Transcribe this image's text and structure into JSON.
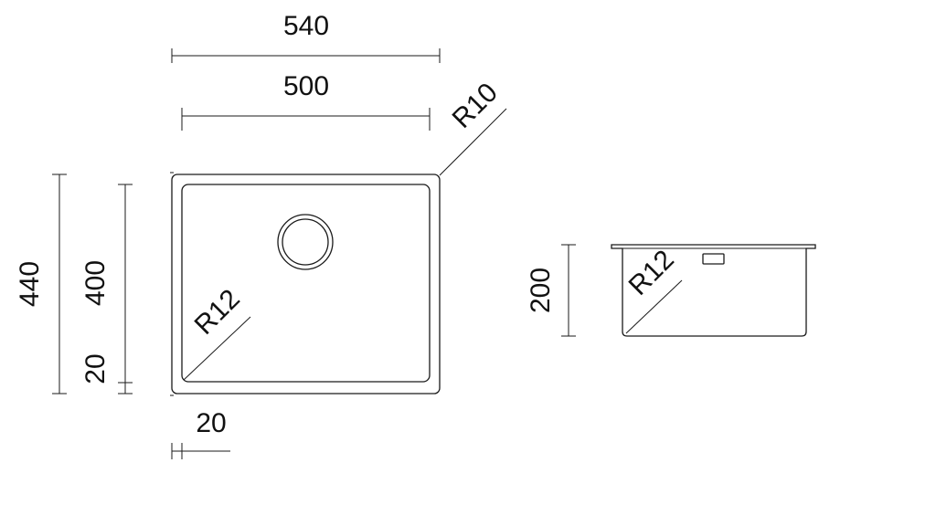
{
  "top_view": {
    "outer_width": "540",
    "inner_width": "500",
    "corner_radius_outer": "R10",
    "corner_radius_inner": "R12",
    "outer_height": "440",
    "inner_height": "400",
    "rim_vertical": "20",
    "rim_horizontal": "20"
  },
  "side_view": {
    "depth": "200",
    "corner_radius": "R12"
  },
  "colors": {
    "line": "#1a1a1a",
    "background": "#ffffff"
  }
}
